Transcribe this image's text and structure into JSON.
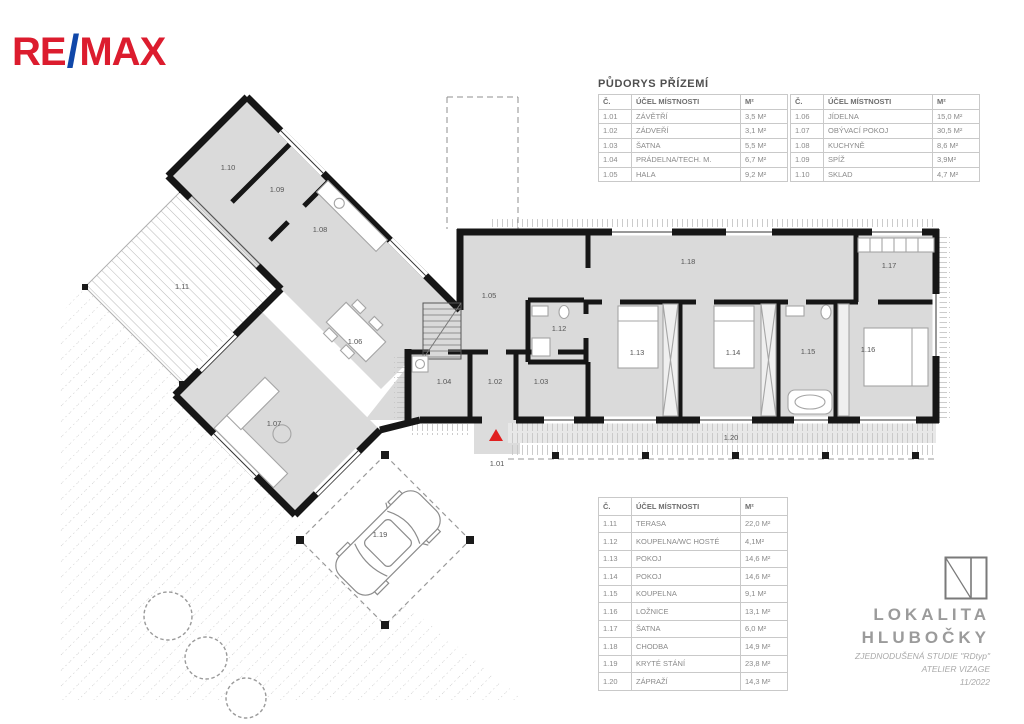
{
  "brand": {
    "re": "RE",
    "slash": "/",
    "max": "MAX"
  },
  "title": "PŮDORYS PŘÍZEMÍ",
  "headers": {
    "num": "Č.",
    "purpose": "ÚČEL MÍSTNOSTI",
    "area": "M²"
  },
  "tables": {
    "t1": [
      {
        "n": "1.01",
        "p": "ZÁVĚTŘÍ",
        "a": "3,5 M²"
      },
      {
        "n": "1.02",
        "p": "ZÁDVEŘÍ",
        "a": "3,1 M²"
      },
      {
        "n": "1.03",
        "p": "ŠATNA",
        "a": "5,5 M²"
      },
      {
        "n": "1.04",
        "p": "PRÁDELNA/TECH. M.",
        "a": "6,7 M²"
      },
      {
        "n": "1.05",
        "p": "HALA",
        "a": "9,2 M²"
      }
    ],
    "t2": [
      {
        "n": "1.06",
        "p": "JÍDELNA",
        "a": "15,0 M²"
      },
      {
        "n": "1.07",
        "p": "OBÝVACÍ POKOJ",
        "a": "30,5 M²"
      },
      {
        "n": "1.08",
        "p": "KUCHYNĚ",
        "a": "8,6 M²"
      },
      {
        "n": "1.09",
        "p": "SPÍŽ",
        "a": "3,9M²"
      },
      {
        "n": "1.10",
        "p": "SKLAD",
        "a": "4,7 M²"
      }
    ],
    "t3": [
      {
        "n": "1.11",
        "p": "TERASA",
        "a": "22,0 M²"
      },
      {
        "n": "1.12",
        "p": "KOUPELNA/WC HOSTÉ",
        "a": "4,1M²"
      },
      {
        "n": "1.13",
        "p": "POKOJ",
        "a": "14,6 M²"
      },
      {
        "n": "1.14",
        "p": "POKOJ",
        "a": "14,6 M²"
      },
      {
        "n": "1.15",
        "p": "KOUPELNA",
        "a": "9,1 M²"
      },
      {
        "n": "1.16",
        "p": "LOŽNICE",
        "a": "13,1 M²"
      },
      {
        "n": "1.17",
        "p": "ŠATNA",
        "a": "6,0 M²"
      },
      {
        "n": "1.18",
        "p": "CHODBA",
        "a": "14,9 M²"
      },
      {
        "n": "1.19",
        "p": "KRYTÉ STÁNÍ",
        "a": "23,8 M²"
      },
      {
        "n": "1.20",
        "p": "ZÁPRAŽÍ",
        "a": "14,3 M²"
      }
    ]
  },
  "plan": {
    "rooms": {
      "r101": "1.01",
      "r102": "1.02",
      "r103": "1.03",
      "r104": "1.04",
      "r105": "1.05",
      "r106": "1.06",
      "r107": "1.07",
      "r108": "1.08",
      "r109": "1.09",
      "r110": "1.10",
      "r111": "1.11",
      "r112": "1.12",
      "r113": "1.13",
      "r114": "1.14",
      "r115": "1.15",
      "r116": "1.16",
      "r117": "1.17",
      "r118": "1.18",
      "r119": "1.19",
      "r120": "1.20"
    },
    "colors": {
      "wall": "#161616",
      "floor": "#dadada",
      "entrance_marker": "#e02020"
    }
  },
  "footer": {
    "location1": "LOKALITA",
    "location2": "HLUBOČKY",
    "study": "ZJEDNODUŠENÁ STUDIE \"RDtyp\"",
    "atelier": "ATELIER VIZAGE",
    "date": "11/2022"
  }
}
